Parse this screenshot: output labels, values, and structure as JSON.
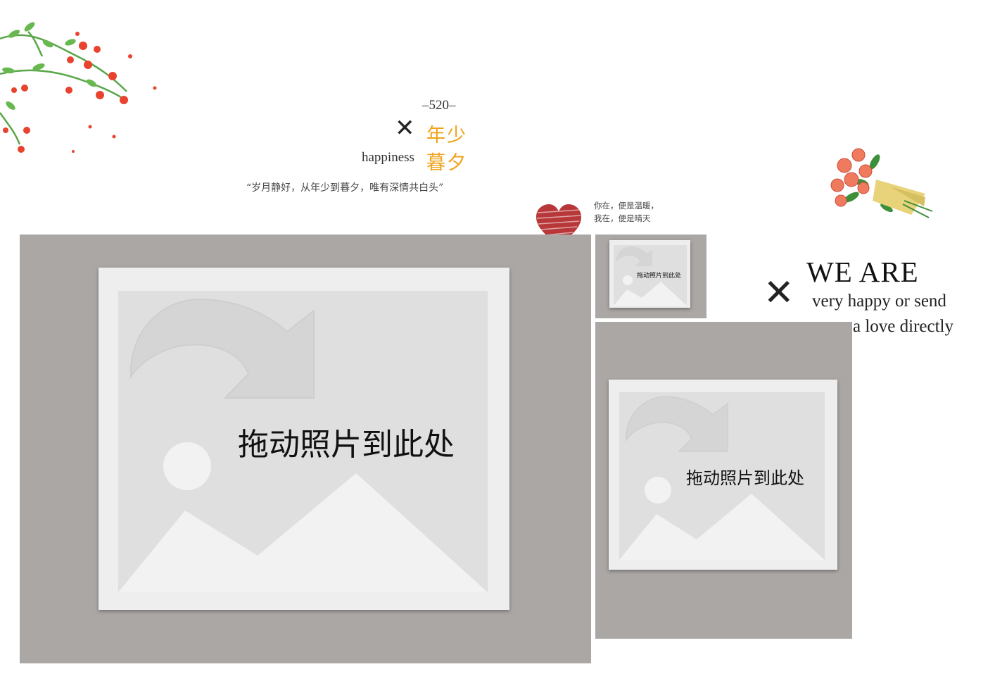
{
  "header": {
    "number": "–520–",
    "cross_symbol": "✕",
    "cn_line1": "年少",
    "cn_line2": "暮夕",
    "english_word": "happiness",
    "quote": "“岁月静好，从年少到暮夕，唯有深情共白头”"
  },
  "note": {
    "line1": "你在，便是温暖，",
    "line2": "我在，便是晴天"
  },
  "right_text": {
    "cross_symbol": "✕",
    "headline": "WE ARE",
    "line1": "very happy or send",
    "line2": "a love directly"
  },
  "photo_slots": {
    "large": {
      "label": "拖动照片到此处"
    },
    "small": {
      "label": "拖动照片到此处"
    },
    "medium": {
      "label": "拖动照片到此处"
    }
  },
  "colors": {
    "accent": "#f0a21a",
    "slot_bg": "#aaa7a5",
    "placeholder_bg": "#e0dfdf",
    "card_bg": "#efeeee"
  },
  "icons": {
    "decorations": [
      "flower-branch-icon",
      "rose-bouquet-icon",
      "heart-icon"
    ],
    "placeholder": "image-placeholder-icon"
  }
}
